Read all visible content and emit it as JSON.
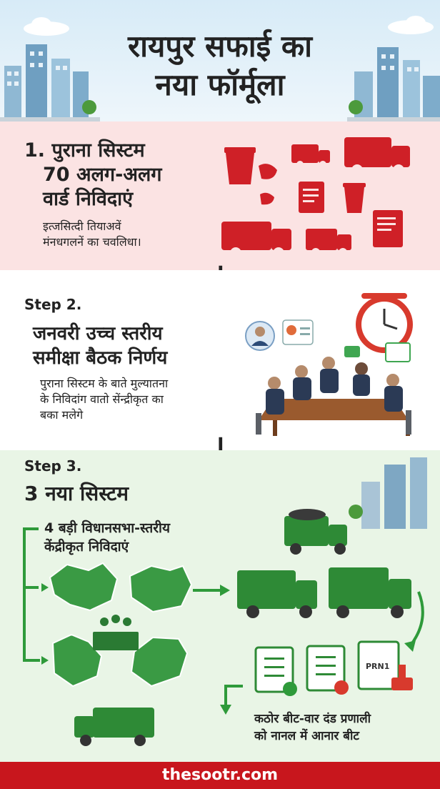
{
  "header": {
    "title_line1": "रायपुर सफाई का",
    "title_line2": "नया फॉर्मूला"
  },
  "step1": {
    "heading_line1": "1. पुराना सिस्टम",
    "heading_line2": "70 अलग-अलग",
    "heading_line3": "वार्ड निविदाएं",
    "desc_line1": "इत्जसित्दी तियाअवें",
    "desc_line2": "मंनधगलनें का चवलिधा।",
    "accent": "#c8161d"
  },
  "step2": {
    "label": "Step 2.",
    "heading_line1": "जनवरी उच्च स्तरीय",
    "heading_line2": "समीक्षा बैठक निर्णय",
    "desc_line1": "पुराना सिस्टम के बाते मुल्यातना",
    "desc_line2": "के निविदांग वातो सेंन्द्रीकृत का",
    "desc_line3": "बका मलेगे"
  },
  "step3": {
    "label": "Step 3.",
    "heading": "3 नया सिस्टम",
    "sub_line1": "4 बड़ी विधानसभा-स्तरीय",
    "sub_line2": "केंद्रीकृत निविदाएं",
    "badge_text": "PRN1",
    "bottom_line1": "कठोर बीट-वार दंड प्रणाली",
    "bottom_line2": "को नानल में आनार बीट",
    "accent": "#2e9a3a"
  },
  "footer": {
    "site": "thesootr.com"
  },
  "icons": {
    "down_arrow": "↓"
  }
}
